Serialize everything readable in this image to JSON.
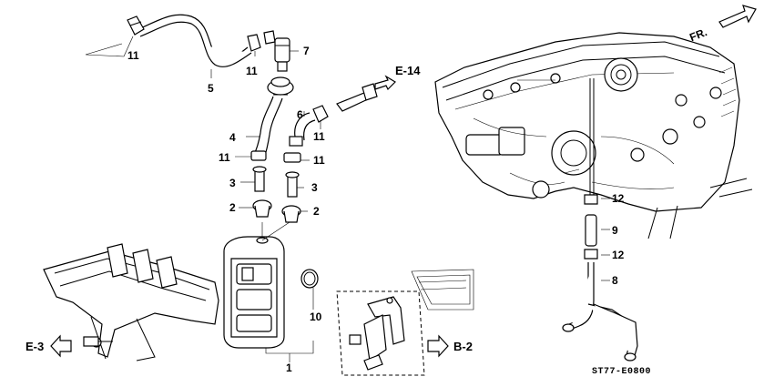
{
  "diagram": {
    "callouts": {
      "c1": "1",
      "c2a": "2",
      "c2b": "2",
      "c3a": "3",
      "c3b": "3",
      "c4": "4",
      "c5": "5",
      "c6": "6",
      "c7": "7",
      "c8": "8",
      "c9": "9",
      "c10": "10",
      "c11a": "11",
      "c11b": "11",
      "c11c": "11",
      "c11d": "11",
      "c11e": "11",
      "c12a": "12",
      "c12b": "12"
    },
    "refs": {
      "e14": "E-14",
      "e3": "E-3",
      "b2": "B-2",
      "front": "FR."
    },
    "diagram_code": "ST77-E0800"
  }
}
